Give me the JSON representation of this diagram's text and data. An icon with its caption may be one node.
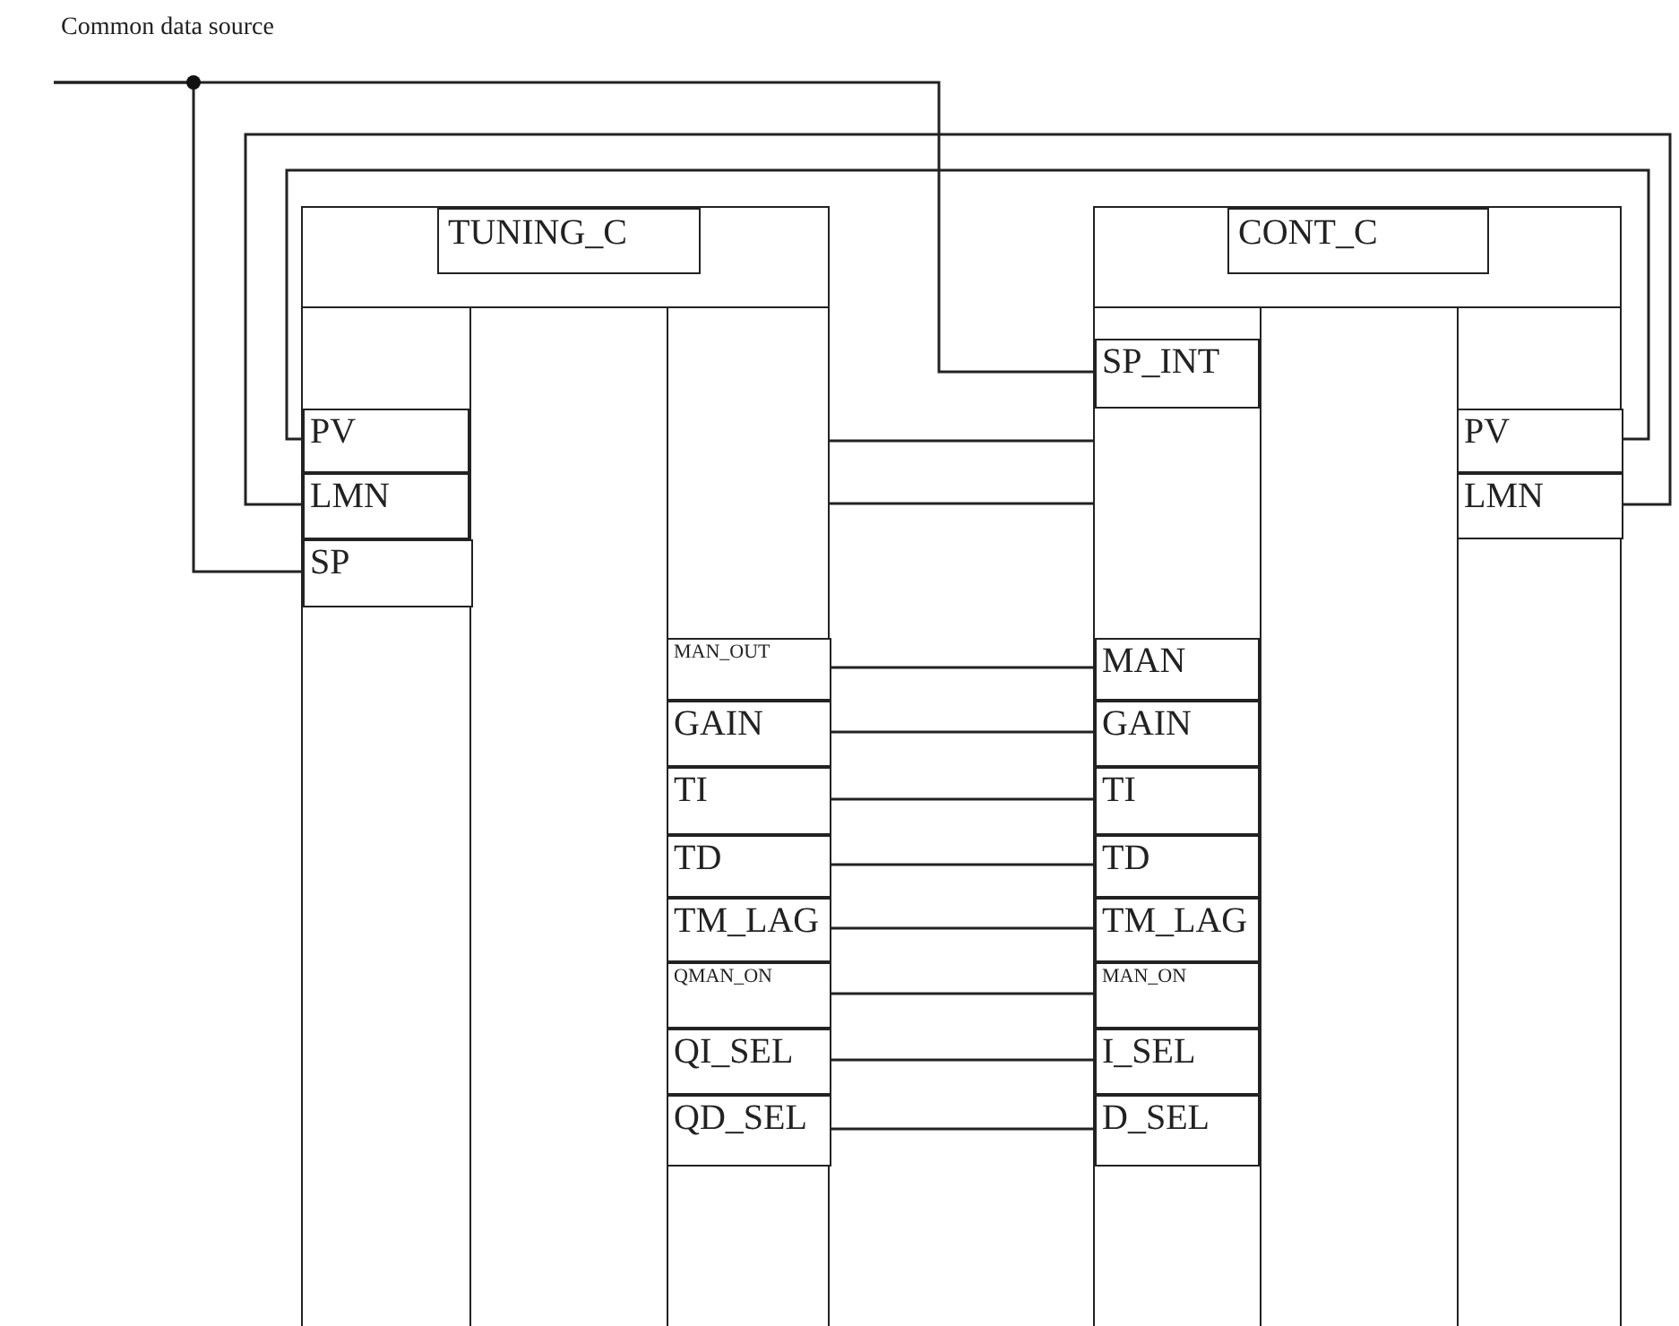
{
  "diagram": {
    "nodes": [
      {
        "text": [
          "Common data source"
        ]
      },
      {
        "text": [
          "TUNING_C"
        ]
      },
      {
        "text": [
          "PV"
        ],
        "in": 1
      },
      {
        "text": [
          "LMN"
        ],
        "in": 1
      },
      {
        "text": [
          "SP"
        ],
        "in": 1
      },
      {
        "text": [
          "MAN_OUT"
        ],
        "in": 1
      },
      {
        "text": [
          "GAIN"
        ],
        "in": 1
      },
      {
        "text": [
          "TI"
        ],
        "in": 1
      },
      {
        "text": [
          "TD"
        ],
        "in": 1
      },
      {
        "text": [
          "TM_LAG"
        ],
        "in": 1
      },
      {
        "text": [
          "QMAN_ON"
        ],
        "in": 1
      },
      {
        "text": [
          "QI_SEL"
        ],
        "in": 1
      },
      {
        "text": [
          "QD_SEL"
        ],
        "in": 1
      },
      {
        "text": [
          "CONT_C"
        ]
      },
      {
        "text": [
          "SP_INT"
        ],
        "in": 13
      },
      {
        "text": [
          "MAN"
        ],
        "in": 13
      },
      {
        "text": [
          "GAIN"
        ],
        "in": 13
      },
      {
        "text": [
          "TI"
        ],
        "in": 13
      },
      {
        "text": [
          "TD"
        ],
        "in": 13
      },
      {
        "text": [
          "TM_LAG"
        ],
        "in": 13
      },
      {
        "text": [
          "MAN_ON"
        ],
        "in": 13
      },
      {
        "text": [
          "I_SEL"
        ],
        "in": 13
      },
      {
        "text": [
          "D_SEL"
        ],
        "in": 13
      },
      {
        "text": [
          "PV"
        ],
        "in": 13
      },
      {
        "text": [
          "LMN"
        ],
        "in": 13
      }
    ],
    "edges": [
      {
        "from": 0,
        "to": 4,
        "arrow": "none"
      },
      {
        "from": 0,
        "to": 14,
        "arrow": "none"
      },
      {
        "from": 1,
        "to": 13,
        "arrow": "none"
      },
      {
        "from": 1,
        "to": 13,
        "arrow": "none"
      },
      {
        "from": 5,
        "to": 15,
        "arrow": "none"
      },
      {
        "from": 6,
        "to": 16,
        "arrow": "none"
      },
      {
        "from": 7,
        "to": 17,
        "arrow": "none"
      },
      {
        "from": 8,
        "to": 18,
        "arrow": "none"
      },
      {
        "from": 9,
        "to": 19,
        "arrow": "none"
      },
      {
        "from": 10,
        "to": 20,
        "arrow": "none"
      },
      {
        "from": 11,
        "to": 21,
        "arrow": "none"
      },
      {
        "from": 12,
        "to": 22,
        "arrow": "none"
      },
      {
        "from": 23,
        "to": 2,
        "arrow": "none"
      },
      {
        "from": 24,
        "to": 3,
        "arrow": "none"
      }
    ]
  }
}
